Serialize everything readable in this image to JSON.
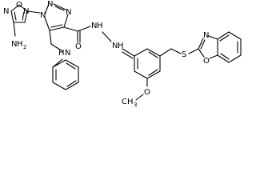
{
  "molecule": {
    "atom_labels": {
      "furazan_n1": "N",
      "furazan_o": "O",
      "furazan_n2": "N",
      "amine_n": "N",
      "amine_h": "H",
      "amine_h_count": "2",
      "triazole_n1": "N",
      "triazole_n2": "N",
      "triazole_n3": "N",
      "anilino_n": "N",
      "anilino_h": "H",
      "hydrazide_n1": "N",
      "hydrazide_n2": "N",
      "hydrazide_h": "H",
      "hydrazide_n2_h": "H",
      "carbonyl_o": "O",
      "ether_o": "O",
      "methyl": "CH",
      "methyl_count": "3",
      "thioether_s": "S",
      "benzoxazole_n": "N",
      "benzoxazole_o": "O"
    }
  }
}
